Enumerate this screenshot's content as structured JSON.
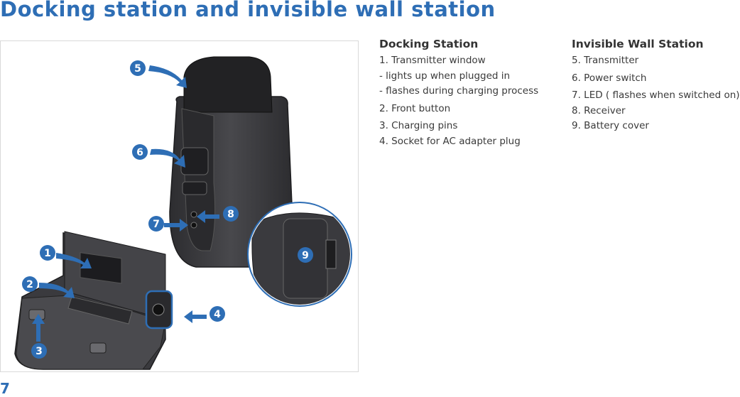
{
  "title": "Docking station and invisible wall station",
  "page_number": "7",
  "colors": {
    "accent": "#2e6eb5",
    "device": "#3d3d40",
    "device_dark": "#2a2a2c"
  },
  "callouts": [
    "1",
    "2",
    "3",
    "4",
    "5",
    "6",
    "7",
    "8",
    "9"
  ],
  "docking": {
    "heading": "Docking Station",
    "items": [
      "1. Transmitter window",
      "- lights up when plugged in",
      "- flashes during charging process",
      "2. Front button",
      "3. Charging pins",
      "4. Socket for AC adapter plug"
    ]
  },
  "wall": {
    "heading": "Invisible Wall Station",
    "items": [
      "5. Transmitter",
      "6. Power switch",
      "7. LED ( flashes when switched on)",
      "8. Receiver",
      "9. Battery cover"
    ]
  }
}
